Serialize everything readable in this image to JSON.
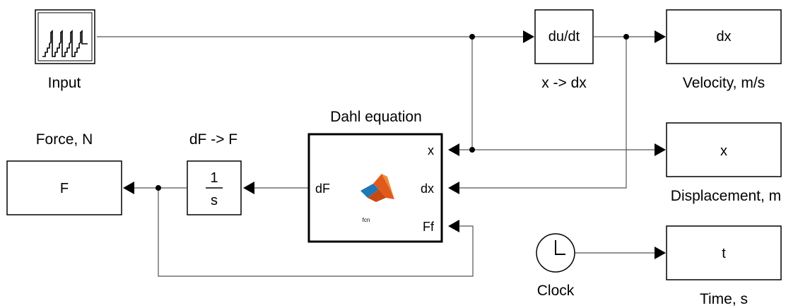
{
  "diagram": {
    "blocks": {
      "input": {
        "label": "Input"
      },
      "derivative": {
        "text": "du/dt",
        "label": "x -> dx"
      },
      "velocity": {
        "text": "dx",
        "label": "Velocity, m/s"
      },
      "dahl": {
        "title": "Dahl equation",
        "port_x": "x",
        "port_dx": "dx",
        "port_ff": "Ff",
        "port_df": "dF",
        "fcn": "fcn",
        "icon": "matlab-logo-icon"
      },
      "displacement": {
        "text": "x",
        "label": "Displacement, m"
      },
      "integrator": {
        "numerator": "1",
        "denominator": "s",
        "label": "dF -> F"
      },
      "force": {
        "text": "F",
        "label": "Force, N"
      },
      "clock": {
        "label": "Clock",
        "icon": "clock-icon"
      },
      "time": {
        "text": "t",
        "label": "Time, s"
      }
    },
    "colors": {
      "wire": "#555555",
      "block_border": "#000000",
      "logo_orange": "#e05a1e",
      "logo_blue": "#1f77b4"
    }
  }
}
